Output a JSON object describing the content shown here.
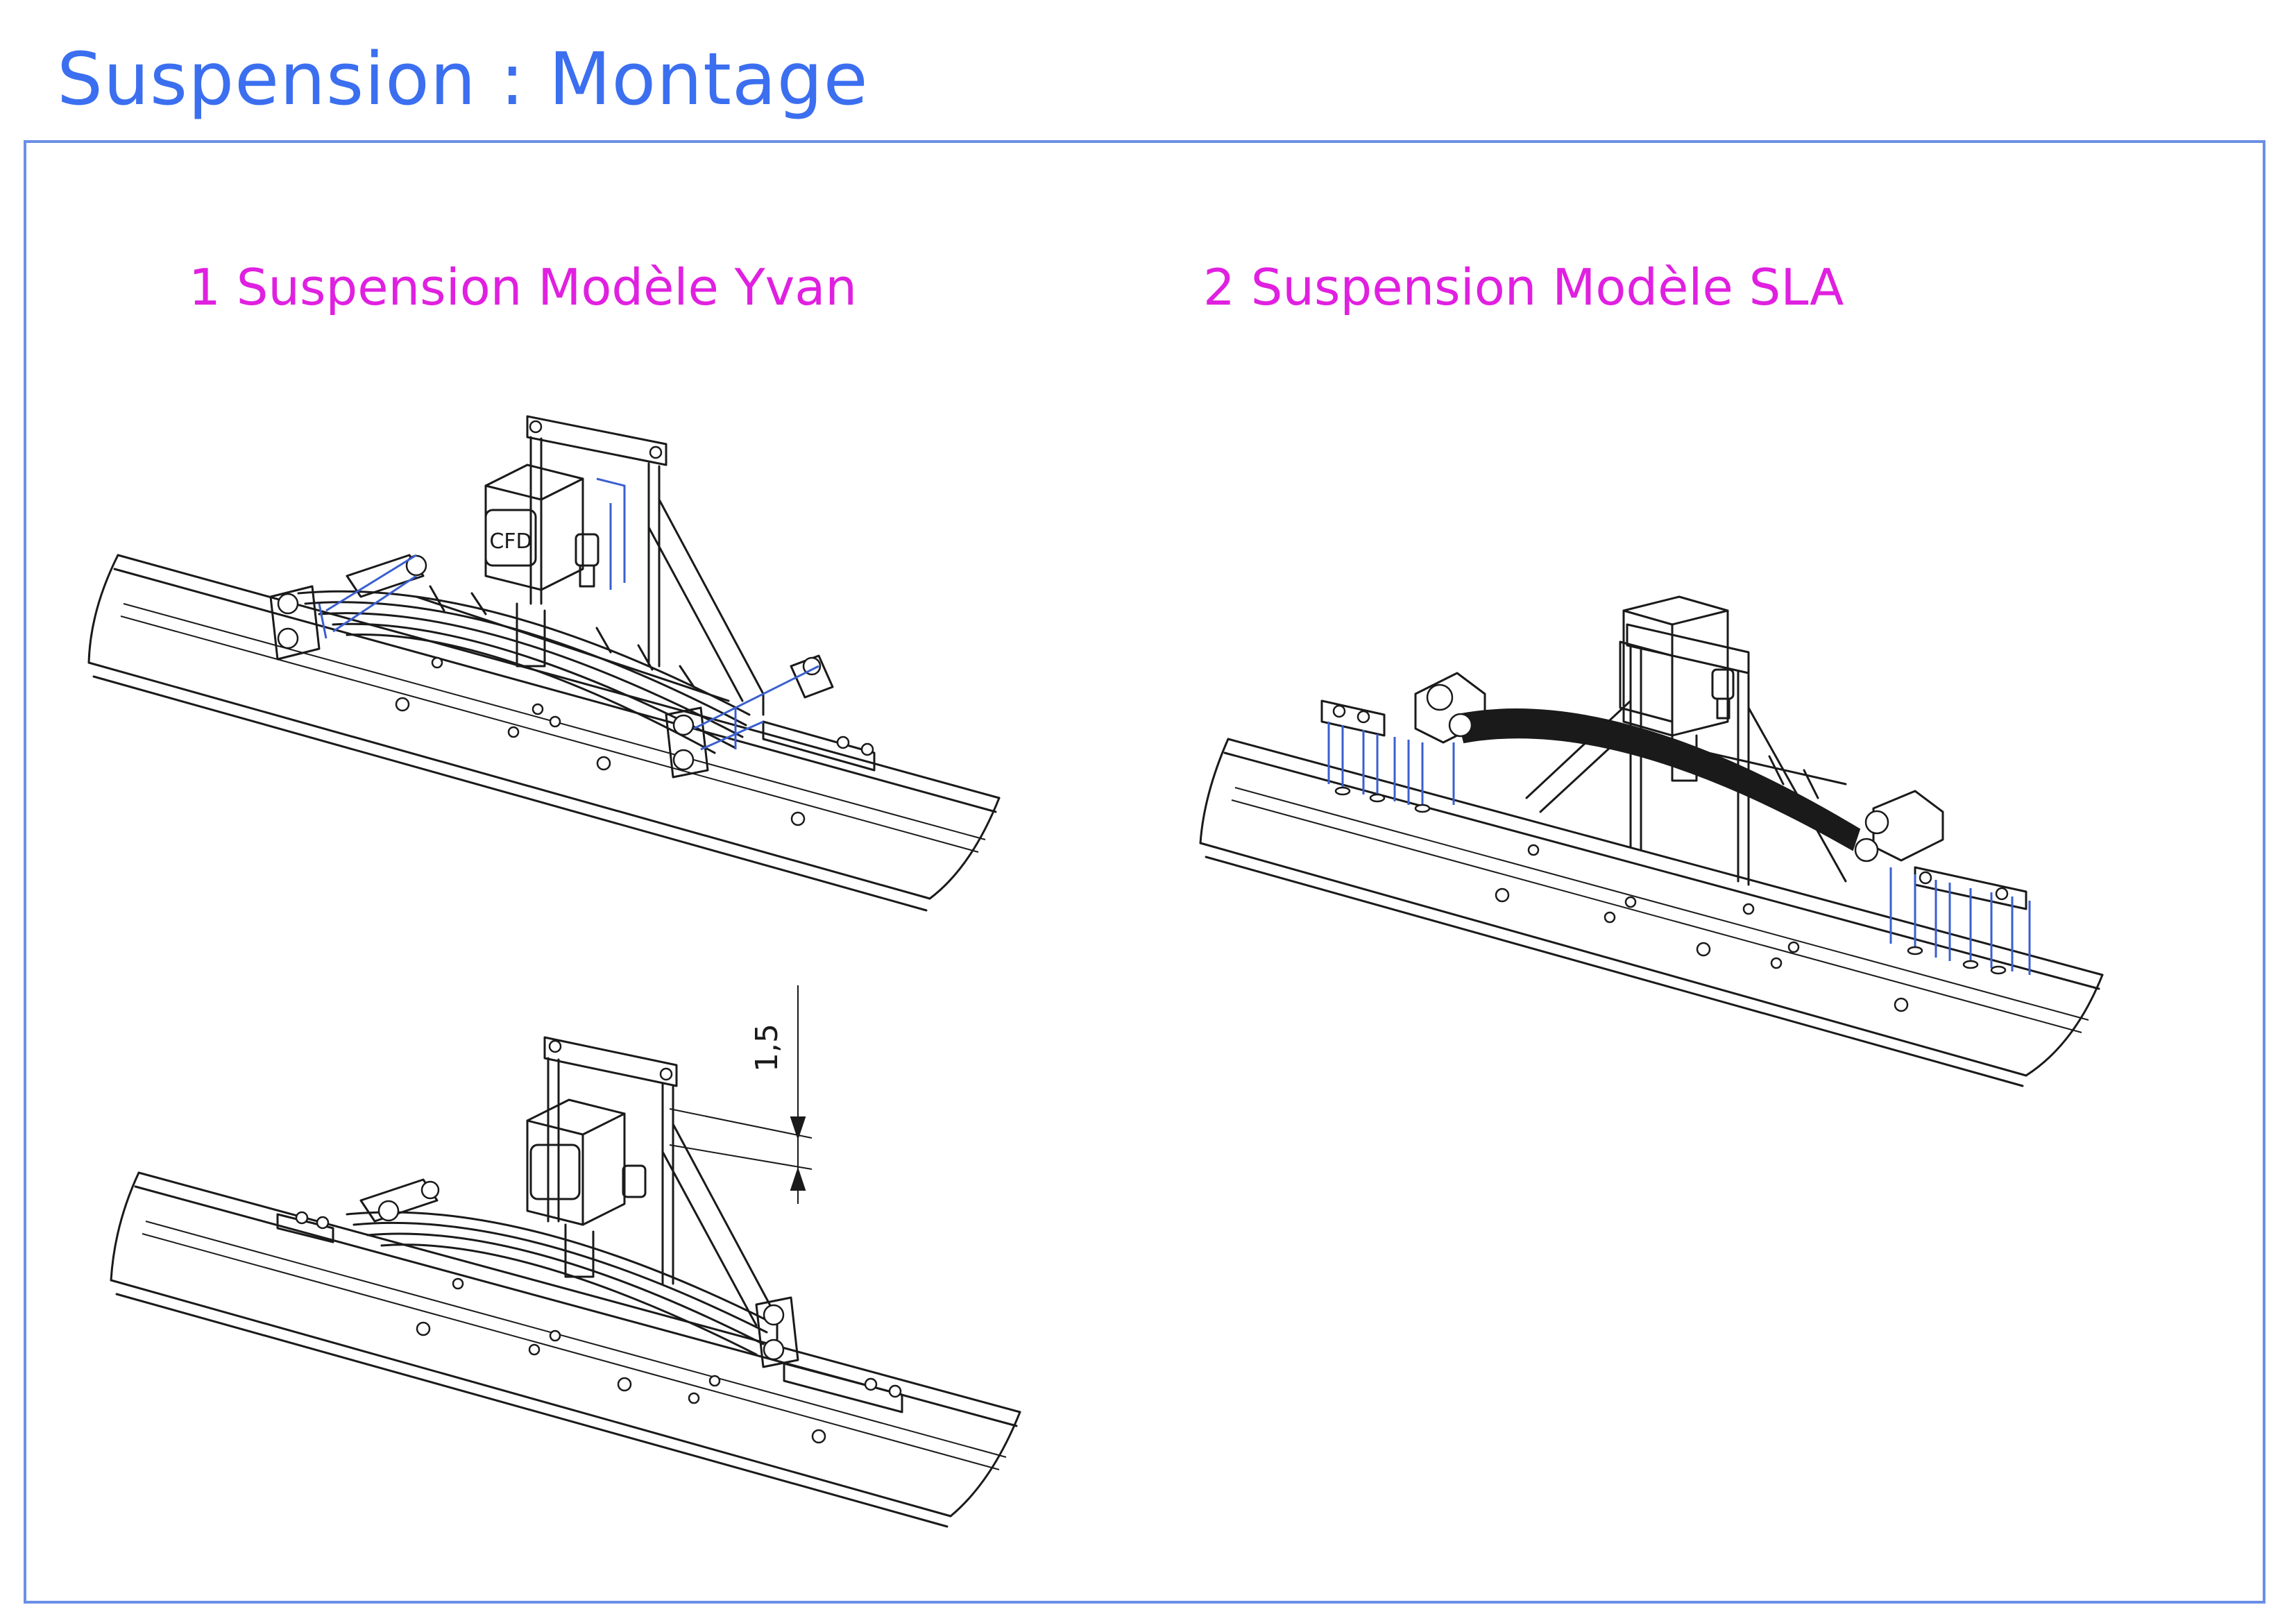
{
  "sheet": {
    "title": "Suspension : Montage",
    "title_color": "#3b6ff0",
    "frame_color": "#6b8fe6"
  },
  "views": [
    {
      "label": "1 Suspension Modèle Yvan",
      "label_color": "#e020e0"
    },
    {
      "label": "2 Suspension Modèle SLA",
      "label_color": "#e020e0"
    }
  ],
  "part_markings": {
    "axle_box_text": "CFD"
  },
  "dimension": {
    "value": "1,5"
  },
  "colors": {
    "construction_lines": "#3a5fd0",
    "drawing_lines": "#1a1a1a"
  }
}
